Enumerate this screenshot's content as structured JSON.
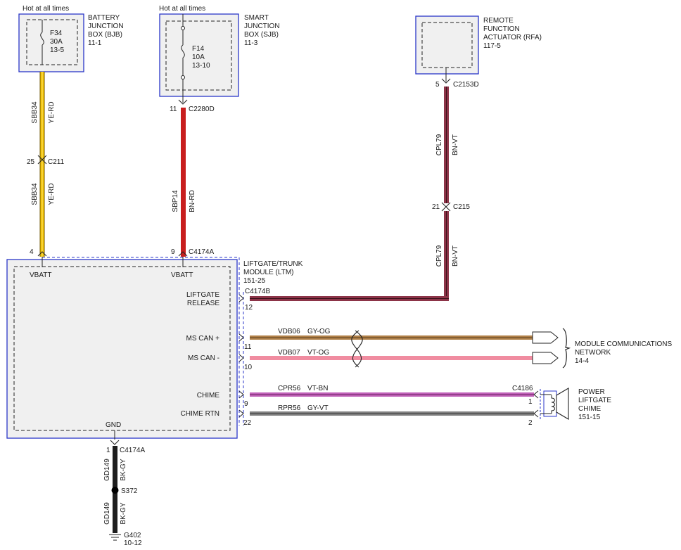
{
  "colors": {
    "ye_rd_fill": "#f5c400",
    "ye_rd_edge": "#6b5200",
    "bn_rd": "#c81e1e",
    "bn_vt": "#8c3448",
    "gy_og": "#b08048",
    "vt_og": "#f08ca0",
    "vt_bn": "#c060b8",
    "gy_vt": "#808080",
    "bk_gy": "#1e1e1e",
    "box_border": "#2a36c8"
  },
  "bjb": {
    "hot_label": "Hot at all times",
    "name_lines": [
      "BATTERY",
      "JUNCTION",
      "BOX (BJB)",
      "11-1"
    ],
    "fuse_lines": [
      "F34",
      "30A",
      "13-5"
    ]
  },
  "sjb": {
    "hot_label": "Hot at all times",
    "name_lines": [
      "SMART",
      "JUNCTION",
      "BOX (SJB)",
      "11-3"
    ],
    "fuse_lines": [
      "F14",
      "10A",
      "13-10"
    ]
  },
  "rfa": {
    "name_lines": [
      "REMOTE",
      "FUNCTION",
      "ACTUATOR (RFA)",
      "117-5"
    ]
  },
  "ltm": {
    "name_lines": [
      "LIFTGATE/TRUNK",
      "MODULE (LTM)",
      "151-25"
    ],
    "pins": {
      "vbatt1": "VBATT",
      "vbatt2": "VBATT",
      "liftgate_release": [
        "LIFTGATE",
        "RELEASE"
      ],
      "ms_can_plus": "MS CAN +",
      "ms_can_minus": "MS CAN -",
      "chime": "CHIME",
      "chime_rtn": "CHIME RTN",
      "gnd": "GND"
    }
  },
  "circuits": {
    "sbb34_upper": {
      "circuit": "SBB34",
      "color": "YE-RD"
    },
    "sbb34_lower": {
      "circuit": "SBB34",
      "color": "YE-RD"
    },
    "sbp14": {
      "circuit": "SBP14",
      "color": "BN-RD"
    },
    "cpl79_upper": {
      "circuit": "CPL79",
      "color": "BN-VT"
    },
    "cpl79_lower": {
      "circuit": "CPL79",
      "color": "BN-VT"
    },
    "vdb06": {
      "circuit": "VDB06",
      "color": "GY-OG"
    },
    "vdb07": {
      "circuit": "VDB07",
      "color": "VT-OG"
    },
    "cpr56": {
      "circuit": "CPR56",
      "color": "VT-BN"
    },
    "rpr56": {
      "circuit": "RPR56",
      "color": "GY-VT"
    },
    "gd149_upper": {
      "circuit": "GD149",
      "color": "BK-GY"
    },
    "gd149_lower": {
      "circuit": "GD149",
      "color": "BK-GY"
    }
  },
  "connectors": {
    "c2153d": {
      "name": "C2153D",
      "pin": "5"
    },
    "c2280d": {
      "name": "C2280D",
      "pin": "11"
    },
    "c211": {
      "name": "C211",
      "pin": "25"
    },
    "c215": {
      "name": "C215",
      "pin": "21"
    },
    "c4174a_vbatt1": {
      "pin": "4"
    },
    "c4174a_vbatt2": {
      "name": "C4174A",
      "pin": "9"
    },
    "c4174b": {
      "name": "C4174B",
      "pin": "12"
    },
    "ms_can_plus": {
      "pin": "11"
    },
    "ms_can_minus": {
      "pin": "10"
    },
    "chime": {
      "pin": "9"
    },
    "chime_rtn": {
      "pin": "22"
    },
    "c4174a_gnd": {
      "name": "C4174A",
      "pin": "1"
    },
    "c4186": {
      "name": "C4186",
      "pin1": "1",
      "pin2": "2"
    }
  },
  "network": {
    "name_lines": [
      "MODULE COMMUNICATIONS",
      "NETWORK",
      "14-4"
    ]
  },
  "chime": {
    "name_lines": [
      "POWER",
      "LIFTGATE",
      "CHIME",
      "151-15"
    ]
  },
  "splice": {
    "name": "S372"
  },
  "ground": {
    "name_lines": [
      "G402",
      "10-12"
    ]
  }
}
